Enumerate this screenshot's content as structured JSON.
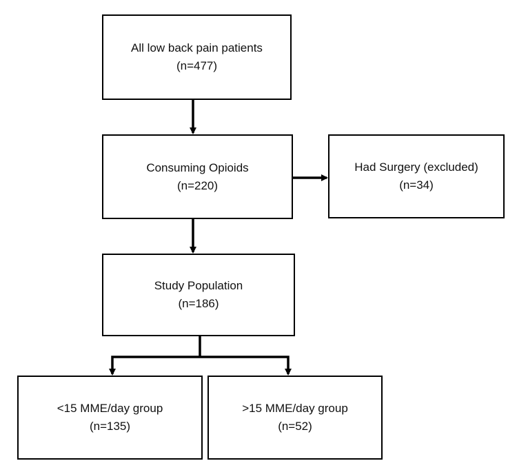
{
  "diagram": {
    "nodes": {
      "all_patients": {
        "label": "All low back pain patients",
        "count": "(n=477)"
      },
      "consuming_opioids": {
        "label": "Consuming Opioids",
        "count": "(n=220)"
      },
      "had_surgery": {
        "label": "Had Surgery (excluded)",
        "count": "(n=34)"
      },
      "study_population": {
        "label": "Study Population",
        "count": "(n=186)"
      },
      "low_dose": {
        "label": "<15 MME/day group",
        "count": "(n=135)"
      },
      "high_dose": {
        "label": ">15 MME/day group",
        "count": "(n=52)"
      }
    },
    "edges": [
      {
        "from": "all_patients",
        "to": "consuming_opioids"
      },
      {
        "from": "consuming_opioids",
        "to": "had_surgery"
      },
      {
        "from": "consuming_opioids",
        "to": "study_population"
      },
      {
        "from": "study_population",
        "to": "low_dose"
      },
      {
        "from": "study_population",
        "to": "high_dose"
      }
    ],
    "colors": {
      "stroke": "#000000",
      "background": "#ffffff"
    }
  }
}
